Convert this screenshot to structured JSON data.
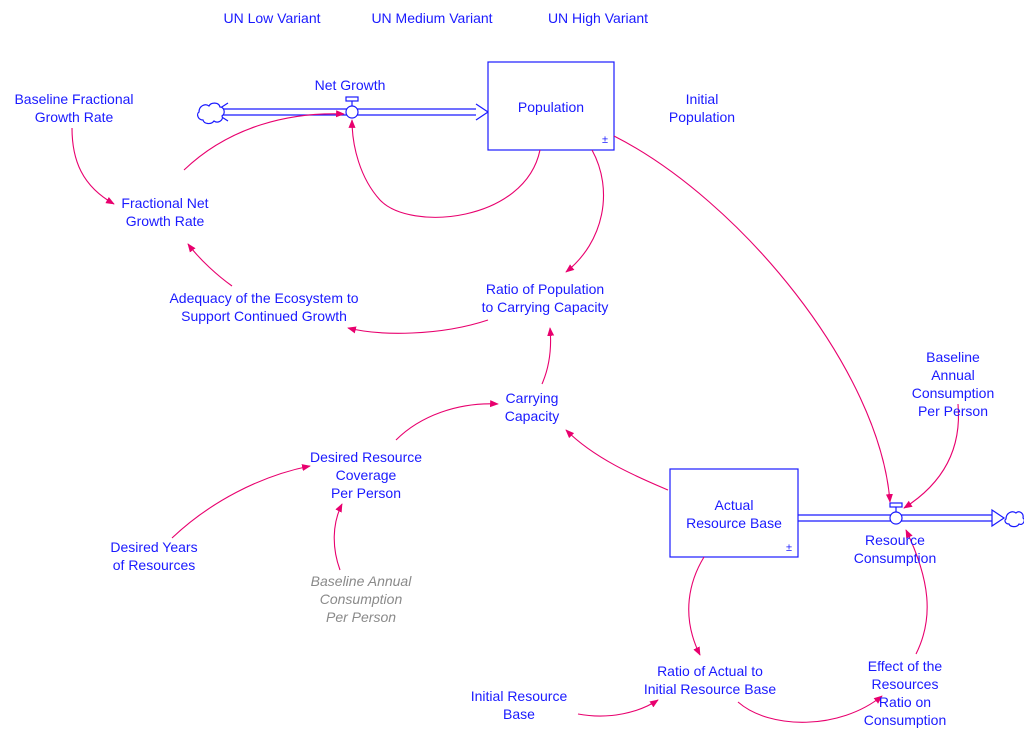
{
  "header": {
    "low": "UN Low Variant",
    "medium": "UN Medium Variant",
    "high": "UN High Variant"
  },
  "stocks": {
    "population": {
      "label": "Population",
      "marker": "±"
    },
    "resource_base": {
      "label": "Actual\nResource Base",
      "marker": "±"
    }
  },
  "flows": {
    "net_growth": "Net Growth",
    "resource_consumption": "Resource\nConsumption"
  },
  "variables": {
    "baseline_fractional_growth_rate": "Baseline Fractional\nGrowth Rate",
    "fractional_net_growth_rate": "Fractional Net\nGrowth Rate",
    "initial_population": "Initial\nPopulation",
    "adequacy": "Adequacy of the Ecosystem to\nSupport Continued Growth",
    "ratio_population_capacity": "Ratio of Population\nto Carrying Capacity",
    "carrying_capacity": "Carrying\nCapacity",
    "desired_resource_coverage": "Desired Resource\nCoverage\nPer Person",
    "desired_years": "Desired Years\nof Resources",
    "baseline_consumption_shadow": "Baseline Annual\nConsumption\nPer Person",
    "baseline_consumption": "Baseline Annual\nConsumption\nPer Person",
    "ratio_actual_initial": "Ratio of Actual to\nInitial Resource Base",
    "effect_resources_ratio": "Effect of the Resources\nRatio on Consumption",
    "initial_resource_base": "Initial Resource\nBase"
  },
  "colors": {
    "label": "#1a1aff",
    "link": "#e8006e",
    "shadow": "#8a8a8a",
    "stock_border": "#1a1aff"
  }
}
